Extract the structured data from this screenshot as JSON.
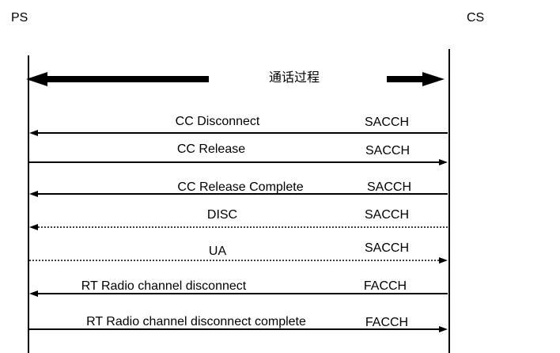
{
  "participants": {
    "left": "PS",
    "right": "CS"
  },
  "phase": {
    "label": "通话过程"
  },
  "messages": [
    {
      "label": "CC Disconnect",
      "channel": "SACCH",
      "direction": "to-left",
      "style": "solid"
    },
    {
      "label": "CC Release",
      "channel": "SACCH",
      "direction": "to-right",
      "style": "solid"
    },
    {
      "label": "CC Release Complete",
      "channel": "SACCH",
      "direction": "to-left",
      "style": "solid"
    },
    {
      "label": "DISC",
      "channel": "SACCH",
      "direction": "to-left",
      "style": "dotted"
    },
    {
      "label": "UA",
      "channel": "SACCH",
      "direction": "to-right",
      "style": "dotted"
    },
    {
      "label": "RT Radio channel disconnect",
      "channel": "FACCH",
      "direction": "to-left",
      "style": "solid"
    },
    {
      "label": "RT Radio channel disconnect complete",
      "channel": "FACCH",
      "direction": "to-right",
      "style": "solid"
    }
  ]
}
